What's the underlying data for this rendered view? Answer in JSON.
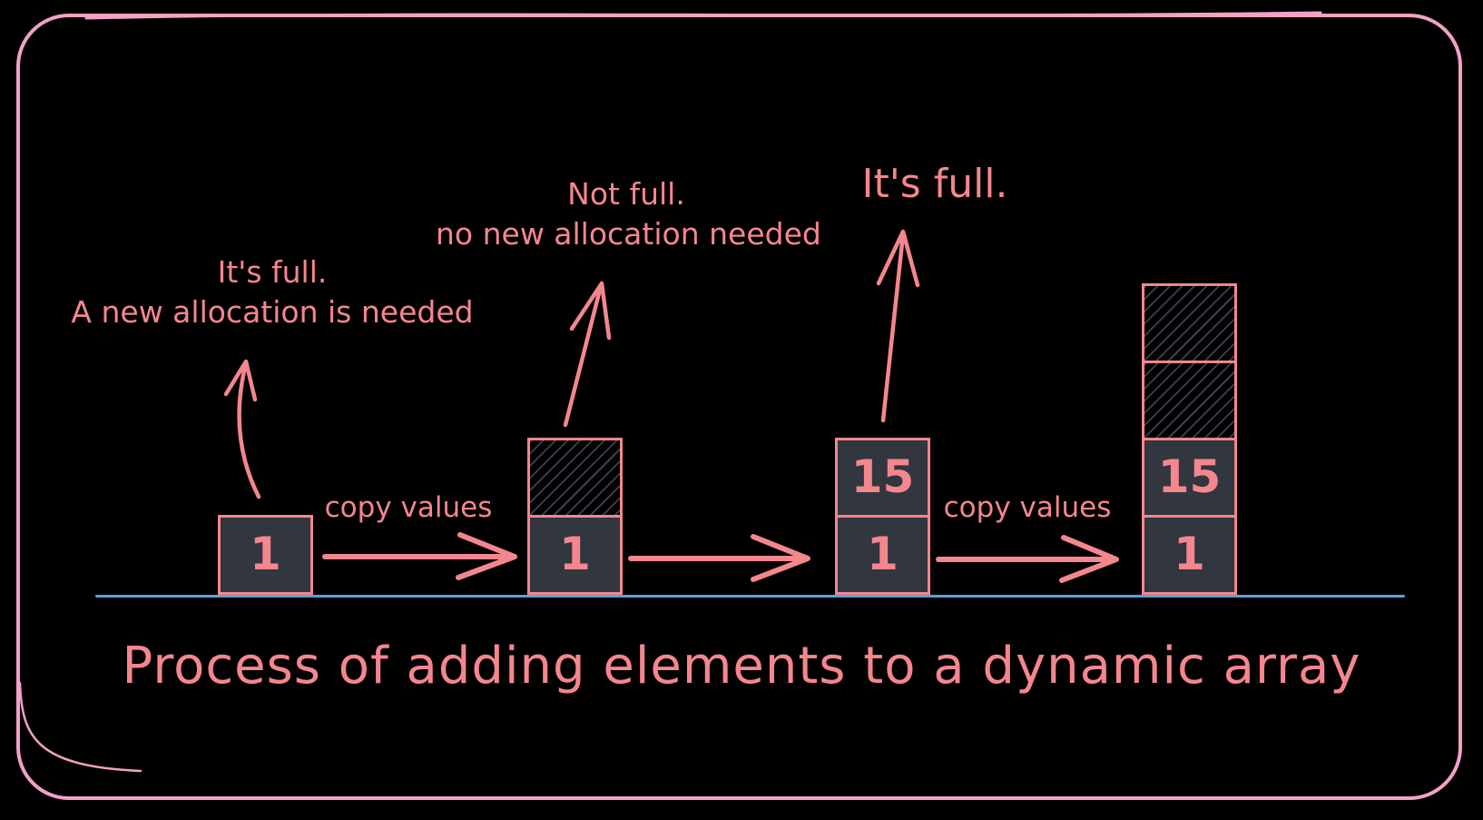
{
  "title": "Process of adding elements to a dynamic array",
  "annotations": {
    "full_first": {
      "line1": "It's full.",
      "line2": "A new allocation is needed"
    },
    "not_full": {
      "line1": "Not full.",
      "line2": "no new allocation needed"
    },
    "full_second": {
      "line1": "It's full."
    }
  },
  "arrows": {
    "copy1_label": "copy values",
    "copy2_label": "copy values"
  },
  "stages": [
    {
      "cells": [
        {
          "kind": "value",
          "value": "1"
        }
      ]
    },
    {
      "cells": [
        {
          "kind": "empty-allocated"
        },
        {
          "kind": "value",
          "value": "1"
        }
      ]
    },
    {
      "cells": [
        {
          "kind": "value",
          "value": "15"
        },
        {
          "kind": "value",
          "value": "1"
        }
      ]
    },
    {
      "cells": [
        {
          "kind": "empty-allocated"
        },
        {
          "kind": "empty-allocated"
        },
        {
          "kind": "value",
          "value": "15"
        },
        {
          "kind": "value",
          "value": "1"
        }
      ]
    }
  ],
  "colors": {
    "background": "#000000",
    "frame_border": "#f2a1c7",
    "accent": "#f4868e",
    "box_fill": "#31363f",
    "hatch_line": "#3c4250",
    "ground_line": "#5d9fda"
  }
}
